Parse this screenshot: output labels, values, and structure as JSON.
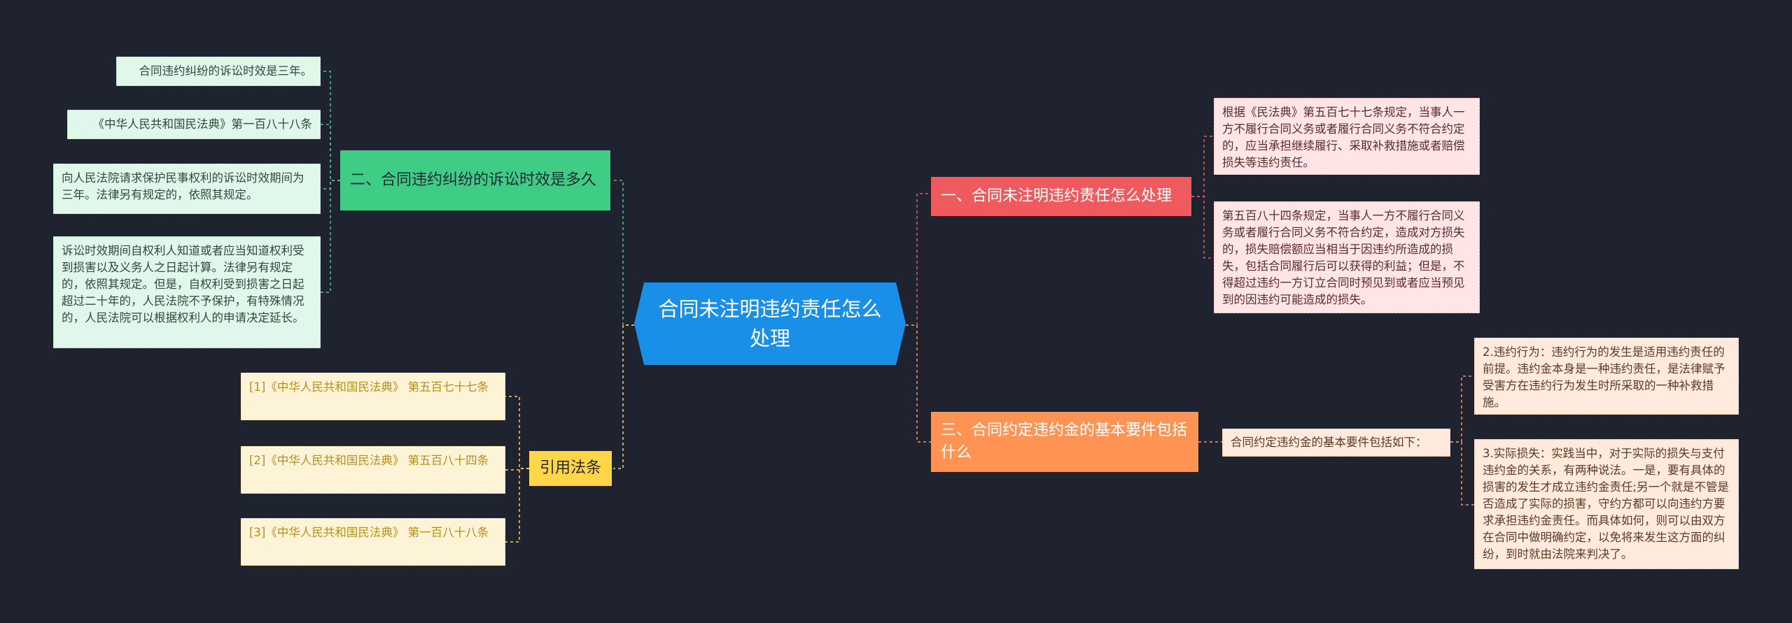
{
  "center": {
    "title": "合同未注明违约责任怎么处理"
  },
  "left": {
    "b2": {
      "label": "二、合同违约纠纷的诉讼时效是多久",
      "items": [
        "合同违约纠纷的诉讼时效是三年。",
        "《中华人民共和国民法典》第一百八十八条",
        "向人民法院请求保护民事权利的诉讼时效期间为三年。法律另有规定的，依照其规定。",
        "诉讼时效期间自权利人知道或者应当知道权利受到损害以及义务人之日起计算。法律另有规定的，依照其规定。但是，自权利受到损害之日起超过二十年的，人民法院不予保护，有特殊情况的，人民法院可以根据权利人的申请决定延长。"
      ]
    },
    "refs": {
      "label": "引用法条",
      "items": [
        "[1]《中华人民共和国民法典》 第五百七十七条",
        "[2]《中华人民共和国民法典》 第五百八十四条",
        "[3]《中华人民共和国民法典》 第一百八十八条"
      ]
    }
  },
  "right": {
    "b1": {
      "label": "一、合同未注明违约责任怎么处理",
      "items": [
        "根据《民法典》第五百七十七条规定，当事人一方不履行合同义务或者履行合同义务不符合约定的，应当承担继续履行、采取补救措施或者赔偿损失等违约责任。",
        "第五百八十四条规定，当事人一方不履行合同义务或者履行合同义务不符合约定，造成对方损失的，损失赔偿额应当相当于因违约所造成的损失，包括合同履行后可以获得的利益；但是，不得超过违约一方订立合同时预见到或者应当预见到的因违约可能造成的损失。"
      ]
    },
    "b3": {
      "label": "三、合同约定违约金的基本要件包括什么",
      "sub": "合同约定违约金的基本要件包括如下：",
      "items": [
        "2.违约行为：违约行为的发生是适用违约责任的前提。违约金本身是一种违约责任，是法律赋予受害方在违约行为发生时所采取的一种补救措施。",
        "3.实际损失：实践当中，对于实际的损失与支付违约金的关系，有两种说法。一是，要有具体的损害的发生才成立违约金责任;另一个就是不管是否造成了实际的损害，守约方都可以向违约方要求承担违约金责任。而具体如何，则可以由双方在合同中做明确约定，以免将来发生这方面的纠纷，到时就由法院来判决了。"
      ]
    }
  },
  "colors": {
    "background": "#1f2330",
    "center": "#1a8fe8",
    "green": "#3fcc85",
    "red": "#ef5a5e",
    "orange": "#ff9354",
    "yellow": "#ffd54a"
  }
}
